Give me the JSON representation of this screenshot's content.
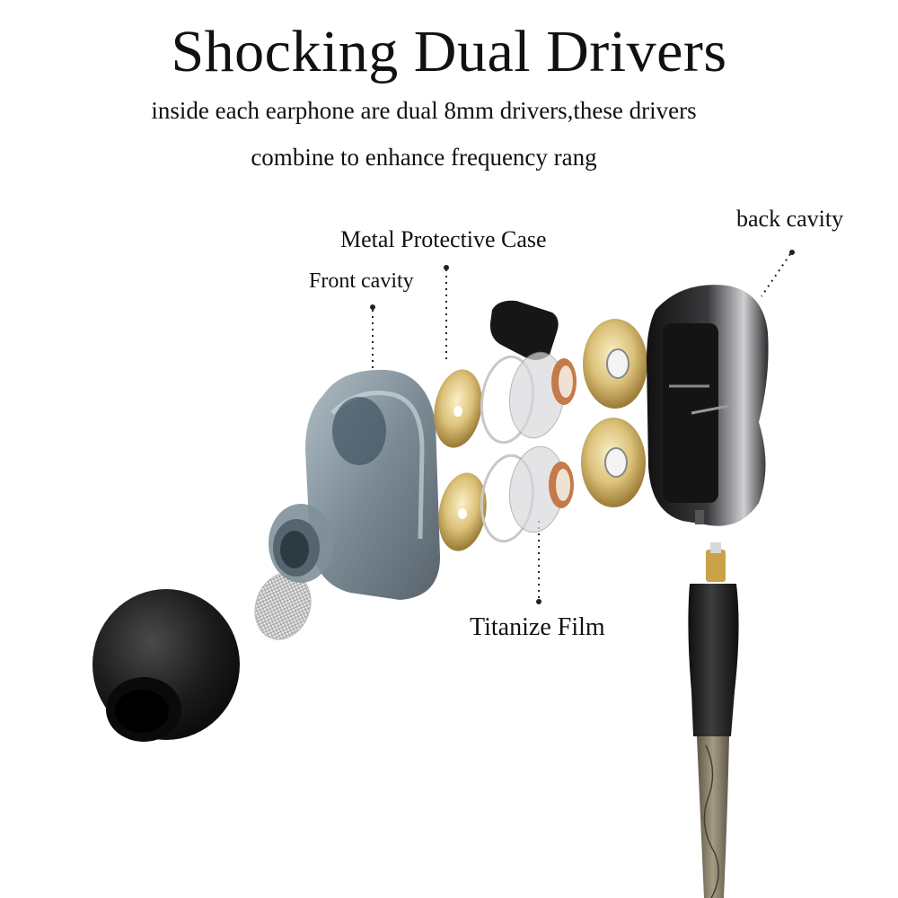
{
  "title": "Shocking Dual Drivers",
  "subtitle_line1": "inside each earphone are dual 8mm drivers,these drivers",
  "subtitle_line2": "combine to enhance frequency rang",
  "labels": {
    "front_cavity": "Front cavity",
    "metal_case": "Metal Protective Case",
    "back_cavity": "back cavity",
    "titanize_film": "Titanize Film"
  },
  "colors": {
    "gold": "#d7bf78",
    "shell_dark": "#2a2a2c",
    "front_shell": "#8a9aa4",
    "eartip": "#1b1b1b",
    "cable": "#7c7463",
    "copper": "#c57a4a"
  }
}
